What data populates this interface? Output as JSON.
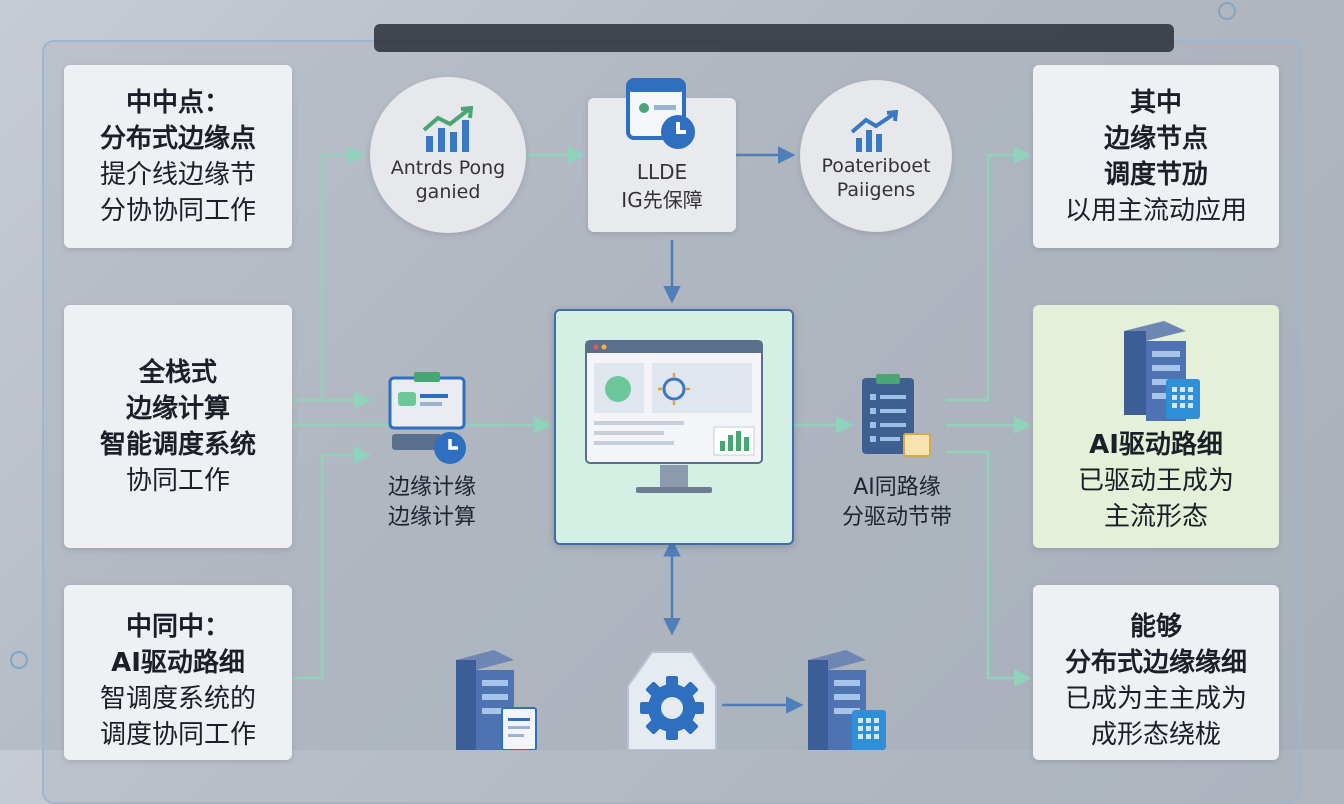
{
  "left_boxes": [
    {
      "lines": [
        "中中点：",
        "分布式边缘点",
        "提介线边缘节",
        "分协协同工作"
      ],
      "bold": [
        0,
        1
      ]
    },
    {
      "lines": [
        "全栈式",
        "边缘计算",
        "智能调度系统",
        "协同工作"
      ],
      "bold": [
        0,
        1,
        2
      ]
    },
    {
      "lines": [
        "中同中：",
        "AI驱动路细",
        "智调度系统的",
        "调度协同工作"
      ],
      "bold": [
        0,
        1
      ]
    }
  ],
  "top_nodes": [
    {
      "lines": [
        "Antrds Pong",
        "ganied"
      ]
    },
    {
      "lines": [
        "LLDE",
        "IG先保障"
      ]
    },
    {
      "lines": [
        "Poateriboet",
        "Paiigens"
      ]
    }
  ],
  "middle_captions": [
    {
      "lines": [
        "边缘计缘",
        "边缘计算"
      ]
    },
    {
      "lines": [
        "AI同路缘",
        "分驱动节带"
      ]
    }
  ],
  "right_boxes": [
    {
      "lines": [
        "其中",
        "边缘节点",
        "调度节劢",
        "以用主流动应用"
      ],
      "bold": [
        0,
        1,
        2
      ]
    },
    {
      "lines": [
        "AI驱动路细",
        "已驱动王成为",
        "主流形态"
      ],
      "bold": [
        0
      ]
    },
    {
      "lines": [
        "能够",
        "分布式边缘缘细",
        "已成为主主成为",
        "成形态绕栊"
      ],
      "bold": [
        0,
        1
      ]
    }
  ],
  "colors": {
    "accent_blue": "#3b78c4",
    "accent_green": "#4aa574",
    "line_green": "#8fd3bd",
    "line_blue": "#4f7fb8"
  }
}
